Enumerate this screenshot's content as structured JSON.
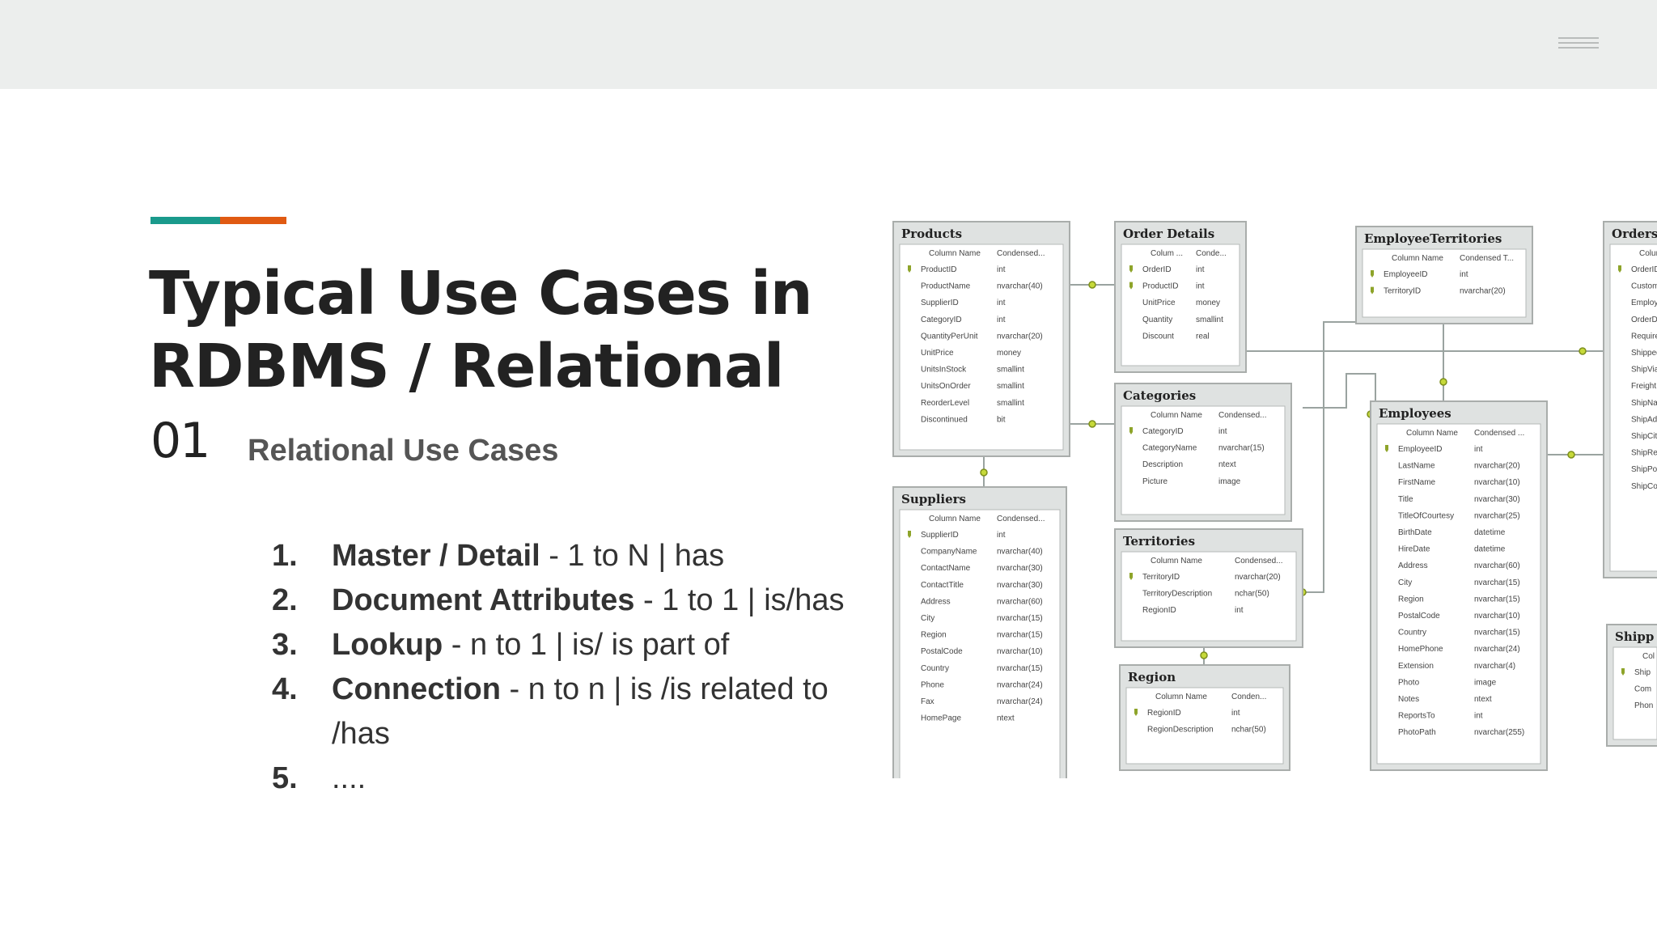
{
  "menu_icon": "hamburger-menu-icon",
  "accent_colors": {
    "teal": "#1a9a8c",
    "orange": "#e05a12"
  },
  "title_lines": [
    "Typical Use Cases in",
    "RDBMS / Relational"
  ],
  "section": {
    "number": "01",
    "label": "Relational Use Cases"
  },
  "use_cases": [
    {
      "num": "1.",
      "term": "Master / Detail",
      "rest": " - 1 to N | has"
    },
    {
      "num": "2.",
      "term": "Document Attributes",
      "rest": " - 1 to 1 | is/has"
    },
    {
      "num": "3.",
      "term": "Lookup",
      "rest": " - n to 1 |  is/ is part of"
    },
    {
      "num": "4.",
      "term": "Connection",
      "rest": " - n to n | is /is related to /has"
    },
    {
      "num": "5.",
      "term": "",
      "rest": "...."
    }
  ],
  "diagram": {
    "key_icon": "primary-key-icon",
    "tables": [
      {
        "name": "Products",
        "headers": [
          "Column Name",
          "Condensed..."
        ],
        "rows": [
          [
            "ProductID",
            "int",
            true
          ],
          [
            "ProductName",
            "nvarchar(40)",
            false
          ],
          [
            "SupplierID",
            "int",
            false
          ],
          [
            "CategoryID",
            "int",
            false
          ],
          [
            "QuantityPerUnit",
            "nvarchar(20)",
            false
          ],
          [
            "UnitPrice",
            "money",
            false
          ],
          [
            "UnitsInStock",
            "smallint",
            false
          ],
          [
            "UnitsOnOrder",
            "smallint",
            false
          ],
          [
            "ReorderLevel",
            "smallint",
            false
          ],
          [
            "Discontinued",
            "bit",
            false
          ]
        ]
      },
      {
        "name": "Order Details",
        "headers": [
          "Colum ...",
          "Conde..."
        ],
        "rows": [
          [
            "OrderID",
            "int",
            true
          ],
          [
            "ProductID",
            "int",
            true
          ],
          [
            "UnitPrice",
            "money",
            false
          ],
          [
            "Quantity",
            "smallint",
            false
          ],
          [
            "Discount",
            "real",
            false
          ]
        ]
      },
      {
        "name": "EmployeeTerritories",
        "headers": [
          "Column Name",
          "Condensed T..."
        ],
        "rows": [
          [
            "EmployeeID",
            "int",
            true
          ],
          [
            "TerritoryID",
            "nvarchar(20)",
            true
          ]
        ]
      },
      {
        "name": "Orders",
        "headers": [
          "Colum",
          ""
        ],
        "rows": [
          [
            "OrderID",
            "",
            true
          ],
          [
            "Custom",
            "",
            false
          ],
          [
            "Employ",
            "",
            false
          ],
          [
            "OrderD",
            "",
            false
          ],
          [
            "Require",
            "",
            false
          ],
          [
            "Shipped",
            "",
            false
          ],
          [
            "ShipVia",
            "",
            false
          ],
          [
            "Freight",
            "",
            false
          ],
          [
            "ShipNam",
            "",
            false
          ],
          [
            "ShipAdd",
            "",
            false
          ],
          [
            "ShipCity",
            "",
            false
          ],
          [
            "ShipReg",
            "",
            false
          ],
          [
            "ShipPos",
            "",
            false
          ],
          [
            "ShipCou",
            "",
            false
          ]
        ]
      },
      {
        "name": "Categories",
        "headers": [
          "Column Name",
          "Condensed..."
        ],
        "rows": [
          [
            "CategoryID",
            "int",
            true
          ],
          [
            "CategoryName",
            "nvarchar(15)",
            false
          ],
          [
            "Description",
            "ntext",
            false
          ],
          [
            "Picture",
            "image",
            false
          ]
        ]
      },
      {
        "name": "Employees",
        "headers": [
          "Column Name",
          "Condensed ..."
        ],
        "rows": [
          [
            "EmployeeID",
            "int",
            true
          ],
          [
            "LastName",
            "nvarchar(20)",
            false
          ],
          [
            "FirstName",
            "nvarchar(10)",
            false
          ],
          [
            "Title",
            "nvarchar(30)",
            false
          ],
          [
            "TitleOfCourtesy",
            "nvarchar(25)",
            false
          ],
          [
            "BirthDate",
            "datetime",
            false
          ],
          [
            "HireDate",
            "datetime",
            false
          ],
          [
            "Address",
            "nvarchar(60)",
            false
          ],
          [
            "City",
            "nvarchar(15)",
            false
          ],
          [
            "Region",
            "nvarchar(15)",
            false
          ],
          [
            "PostalCode",
            "nvarchar(10)",
            false
          ],
          [
            "Country",
            "nvarchar(15)",
            false
          ],
          [
            "HomePhone",
            "nvarchar(24)",
            false
          ],
          [
            "Extension",
            "nvarchar(4)",
            false
          ],
          [
            "Photo",
            "image",
            false
          ],
          [
            "Notes",
            "ntext",
            false
          ],
          [
            "ReportsTo",
            "int",
            false
          ],
          [
            "PhotoPath",
            "nvarchar(255)",
            false
          ]
        ]
      },
      {
        "name": "Suppliers",
        "headers": [
          "Column Name",
          "Condensed..."
        ],
        "rows": [
          [
            "SupplierID",
            "int",
            true
          ],
          [
            "CompanyName",
            "nvarchar(40)",
            false
          ],
          [
            "ContactName",
            "nvarchar(30)",
            false
          ],
          [
            "ContactTitle",
            "nvarchar(30)",
            false
          ],
          [
            "Address",
            "nvarchar(60)",
            false
          ],
          [
            "City",
            "nvarchar(15)",
            false
          ],
          [
            "Region",
            "nvarchar(15)",
            false
          ],
          [
            "PostalCode",
            "nvarchar(10)",
            false
          ],
          [
            "Country",
            "nvarchar(15)",
            false
          ],
          [
            "Phone",
            "nvarchar(24)",
            false
          ],
          [
            "Fax",
            "nvarchar(24)",
            false
          ],
          [
            "HomePage",
            "ntext",
            false
          ]
        ]
      },
      {
        "name": "Territories",
        "headers": [
          "Column Name",
          "Condensed..."
        ],
        "rows": [
          [
            "TerritoryID",
            "nvarchar(20)",
            true
          ],
          [
            "TerritoryDescription",
            "nchar(50)",
            false
          ],
          [
            "RegionID",
            "int",
            false
          ]
        ]
      },
      {
        "name": "Region",
        "headers": [
          "Column Name",
          "Conden..."
        ],
        "rows": [
          [
            "RegionID",
            "int",
            true
          ],
          [
            "RegionDescription",
            "nchar(50)",
            false
          ]
        ]
      },
      {
        "name": "Shipp",
        "headers": [
          "Col",
          ""
        ],
        "rows": [
          [
            "Ship",
            "",
            true
          ],
          [
            "Com",
            "",
            false
          ],
          [
            "Phon",
            "",
            false
          ]
        ]
      }
    ]
  }
}
